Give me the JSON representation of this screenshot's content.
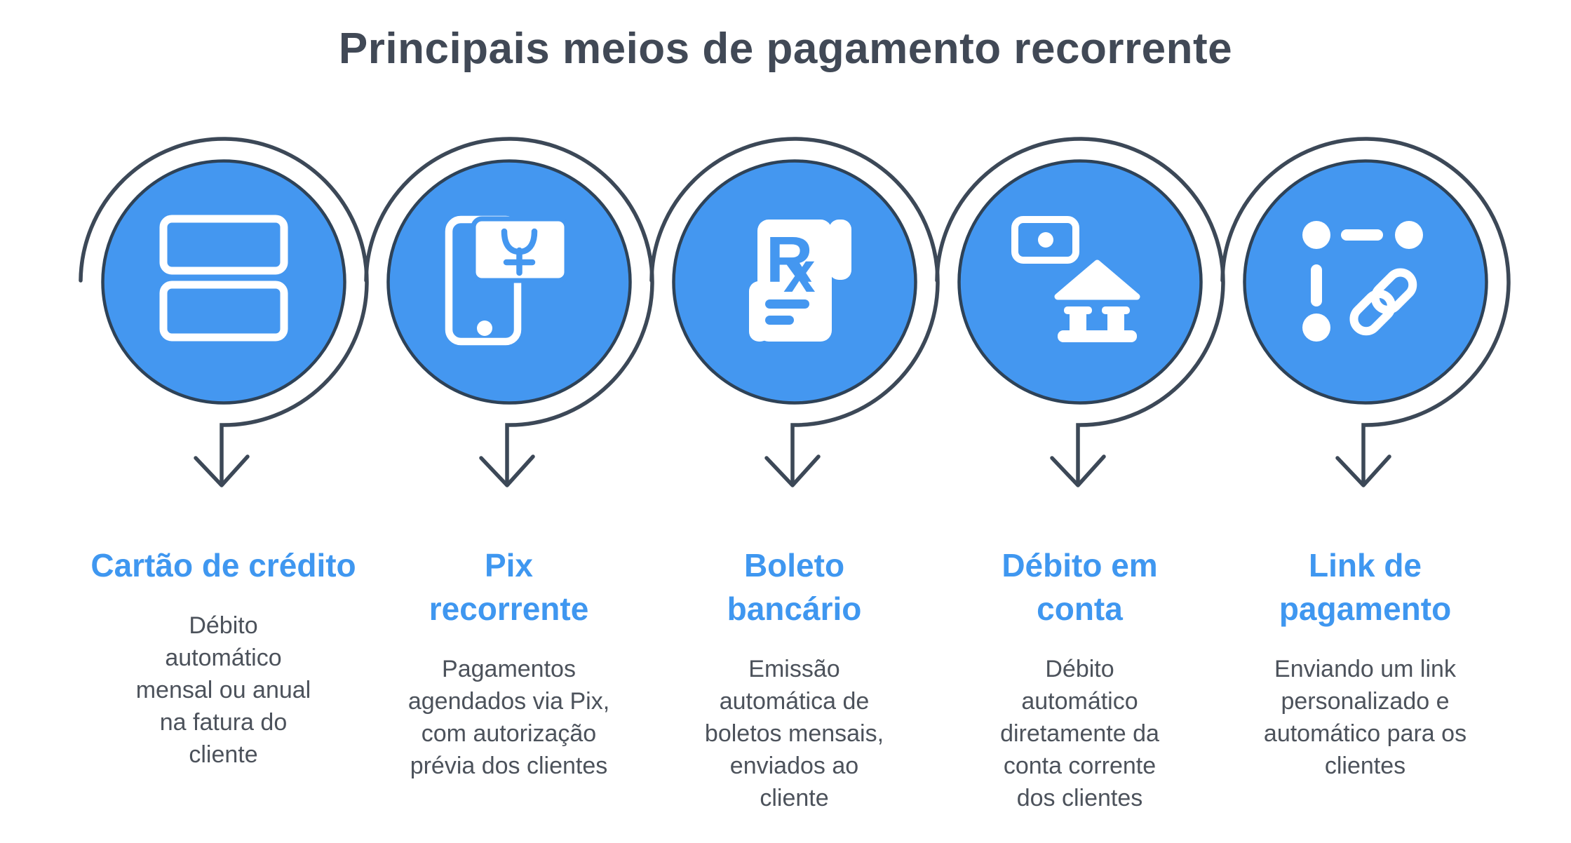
{
  "title": "Principais meios de pagamento recorrente",
  "colors": {
    "heading_blue": "#3f97f0",
    "circle_fill": "#4497f0",
    "circle_stroke": "#2e4257",
    "outline_arrow_stroke": "#3c4857",
    "title_color": "#414956",
    "body_text_color": "#4c525b",
    "icon_color": "#ffffff"
  },
  "methods": [
    {
      "icon": "credit-card-icon",
      "title": "Cartão de crédito",
      "description": "Débito\nautomático\nmensal ou anual\nna fatura do\ncliente"
    },
    {
      "icon": "pix-phone-icon",
      "title": "Pix\nrecorrente",
      "description": "Pagamentos\nagendados via Pix,\ncom autorização\nprévia dos clientes"
    },
    {
      "icon": "boleto-receipt-icon",
      "title": "Boleto\nbancário",
      "description": "Emissão\nautomática de\nboletos mensais,\nenviados ao\ncliente"
    },
    {
      "icon": "bank-debit-icon",
      "title": "Débito em\nconta",
      "description": "Débito\nautomático\ndiretamente da\nconta corrente\ndos clientes"
    },
    {
      "icon": "payment-link-icon",
      "title": "Link de\npagamento",
      "description": "Enviando um link\npersonalizado e\nautomático para os\nclientes"
    }
  ]
}
